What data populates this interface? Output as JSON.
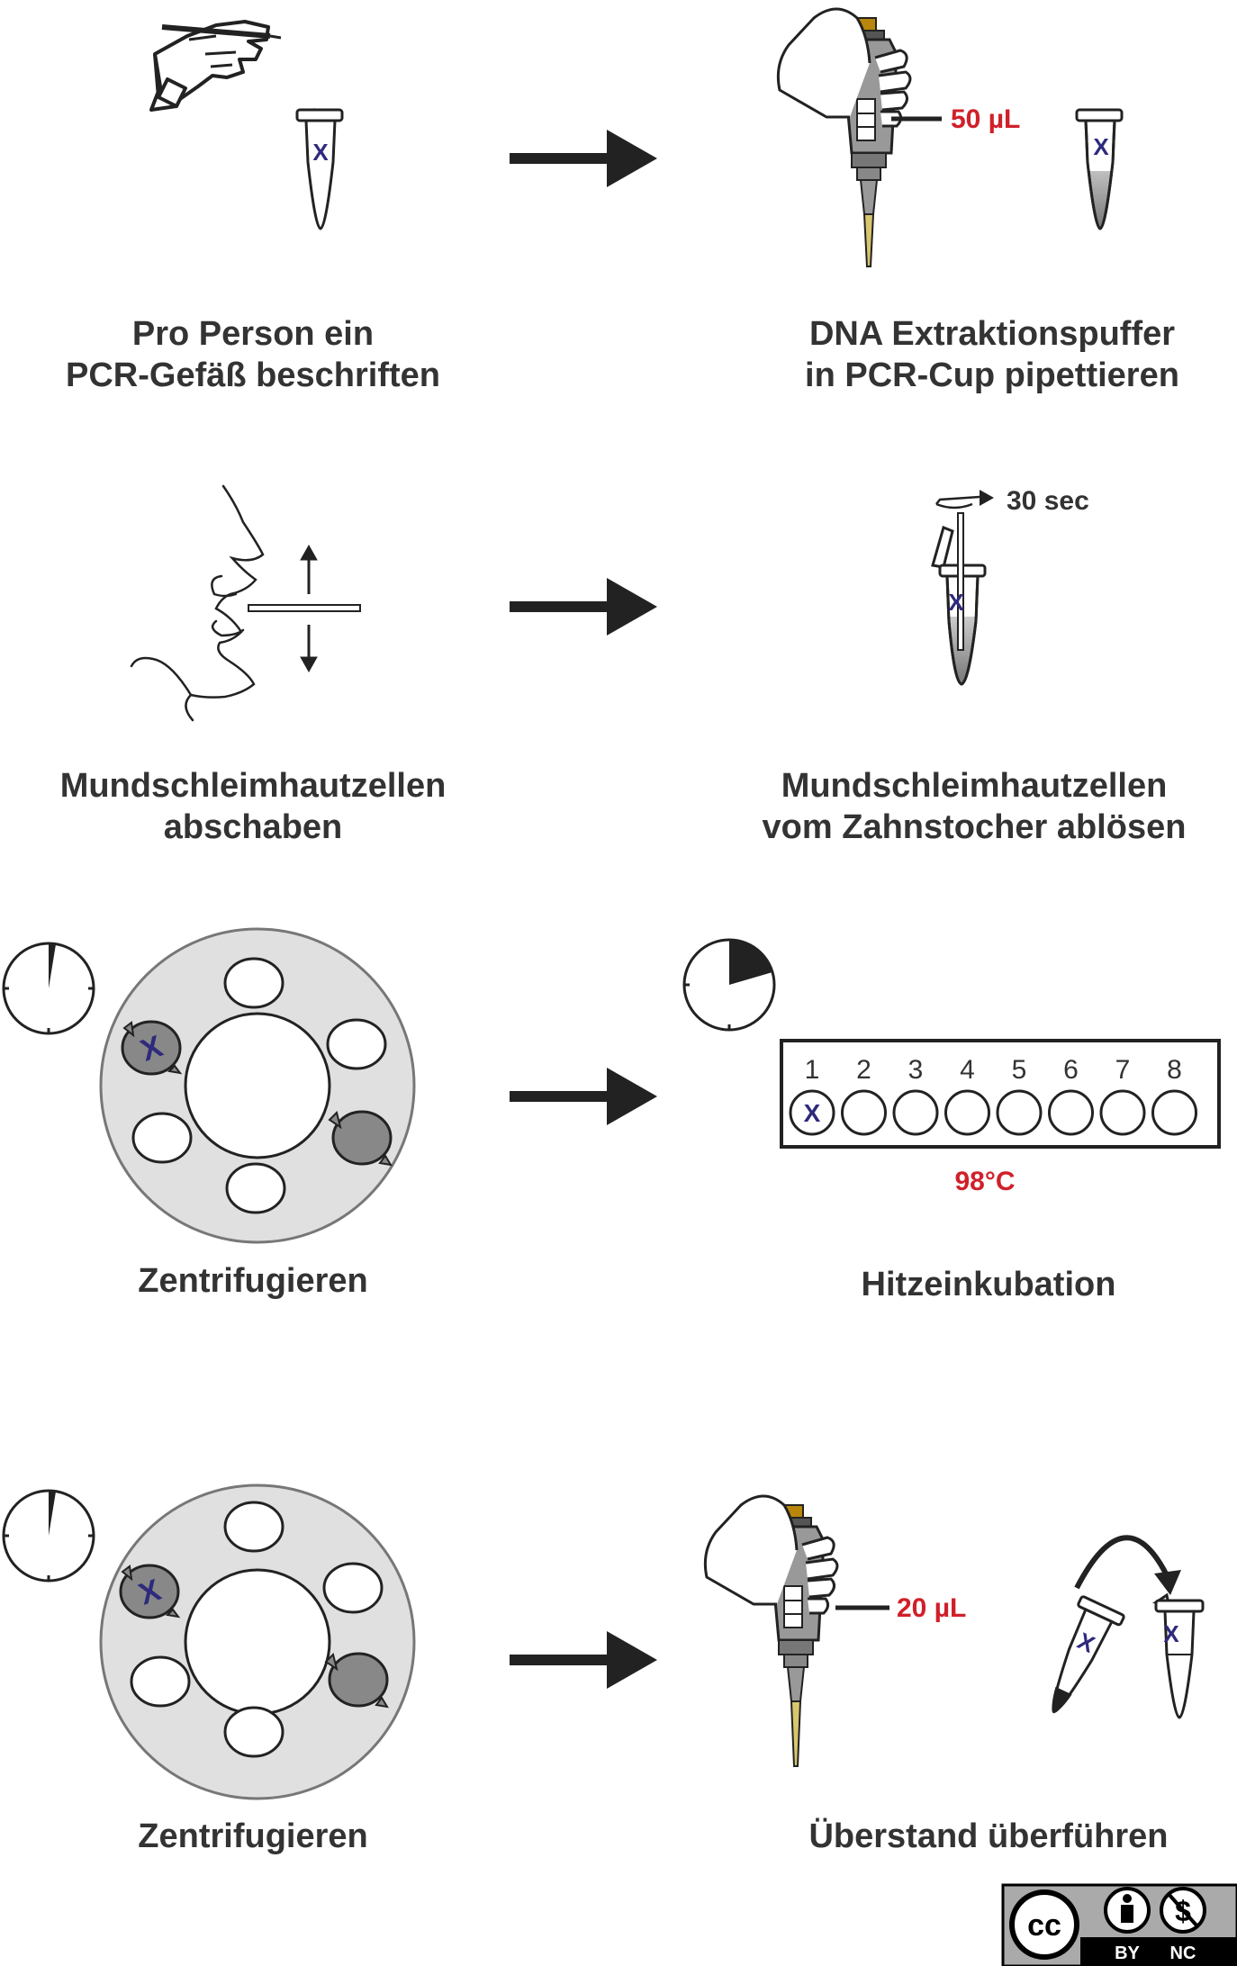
{
  "steps": [
    {
      "caption": [
        "Pro Person ein",
        "PCR-Gefäß beschriften"
      ],
      "tube_mark": "X"
    },
    {
      "caption": [
        "DNA Extraktionspuffer",
        "in PCR-Cup pipettieren"
      ],
      "volume": "50 µL",
      "tube_mark": "X"
    },
    {
      "caption": [
        "Mundschleimhautzellen",
        "abschaben"
      ]
    },
    {
      "caption": [
        "Mundschleimhautzellen",
        "vom Zahnstocher ablösen"
      ],
      "duration": "30 sec",
      "tube_mark": "X"
    },
    {
      "caption": [
        "Zentrifugieren"
      ],
      "tube_mark": "X"
    },
    {
      "caption": [
        "Hitzeinkubation"
      ],
      "temperature": "98°C",
      "well_numbers": [
        "1",
        "2",
        "3",
        "4",
        "5",
        "6",
        "7",
        "8"
      ],
      "well_mark": "X"
    },
    {
      "caption": [
        "Zentrifugieren"
      ],
      "tube_mark": "X"
    },
    {
      "caption": [
        "Überstand überführen"
      ],
      "volume": "20 µL",
      "tube_mark": "X",
      "tube_mark_2": "X"
    }
  ],
  "license": {
    "cc": "cc",
    "by": "BY",
    "nc": "NC"
  },
  "colors": {
    "red": "#d0202a",
    "mark": "#2e2a7c",
    "text": "#333333",
    "rotor": "#e0e0e0"
  }
}
